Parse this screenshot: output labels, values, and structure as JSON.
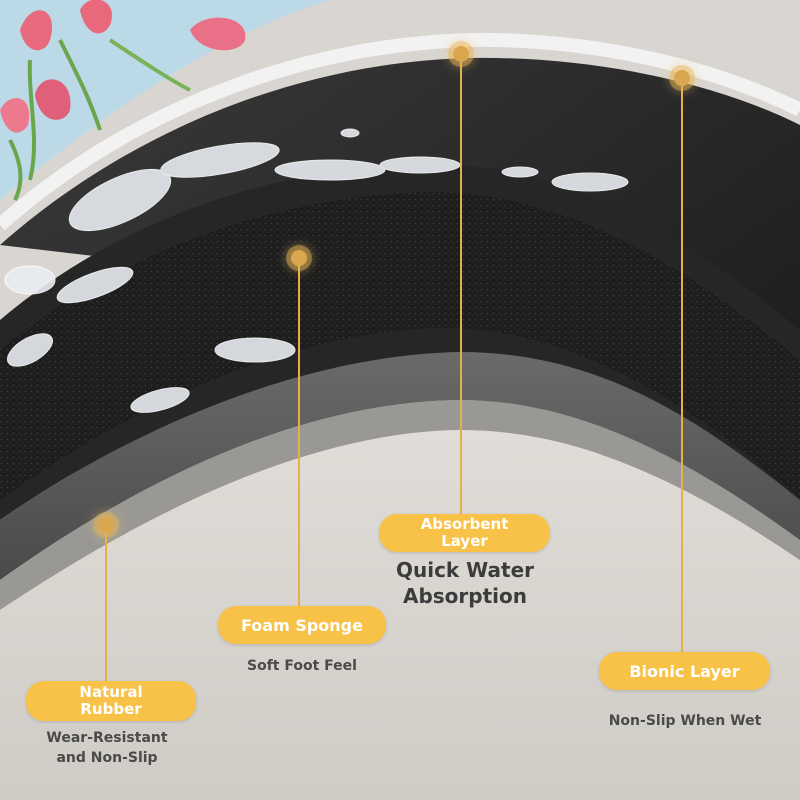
{
  "callouts": {
    "absorbent": {
      "label": "Absorbent Layer",
      "line1": "Absorbent",
      "line2": "Layer",
      "desc_line1": "Quick Water",
      "desc_line2": "Absorption"
    },
    "foam": {
      "label": "Foam Sponge",
      "desc": "Soft Foot Feel"
    },
    "rubber": {
      "label": "Natural Rubber",
      "line1": "Natural",
      "line2": "Rubber",
      "desc_line1": "Wear-Resistant",
      "desc_line2": "and Non-Slip"
    },
    "bionic": {
      "label": "Bionic Layer",
      "desc": "Non-Slip When Wet"
    }
  },
  "colors": {
    "pill": "#f8c249",
    "leader": "#e5b04a",
    "rubber_sole": "#d9d6d1",
    "foam": "#1c1c1c"
  }
}
